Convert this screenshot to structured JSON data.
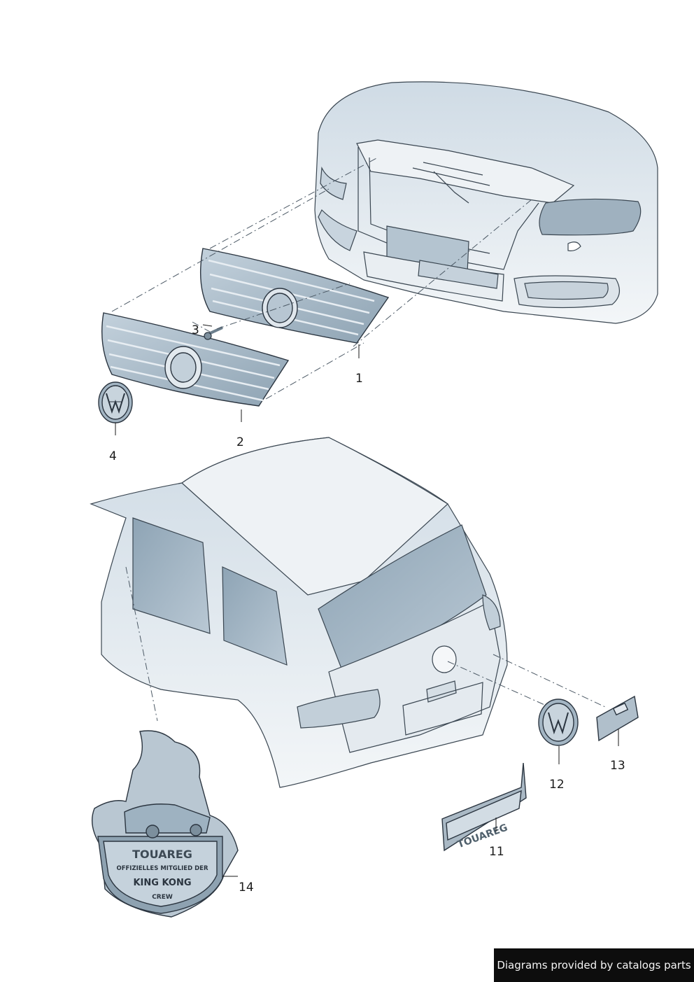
{
  "callouts": {
    "c1": "1",
    "c2": "2",
    "c3": "3",
    "c4": "4",
    "c11": "11",
    "c12": "12",
    "c13": "13",
    "c14": "14"
  },
  "badge": {
    "line1": "TOUAREG",
    "line2": "OFFIZIELLES MITGLIED DER",
    "line3": "KING KONG",
    "line4": "CREW"
  },
  "emblem_text": "TOUAREG",
  "credit": "Diagrams provided by catalogs parts",
  "colors": {
    "part_fill": "#a9bccb",
    "car_fill": "#e6ecf1",
    "glass_fill": "#9fb3c2",
    "line": "#2b3540"
  }
}
